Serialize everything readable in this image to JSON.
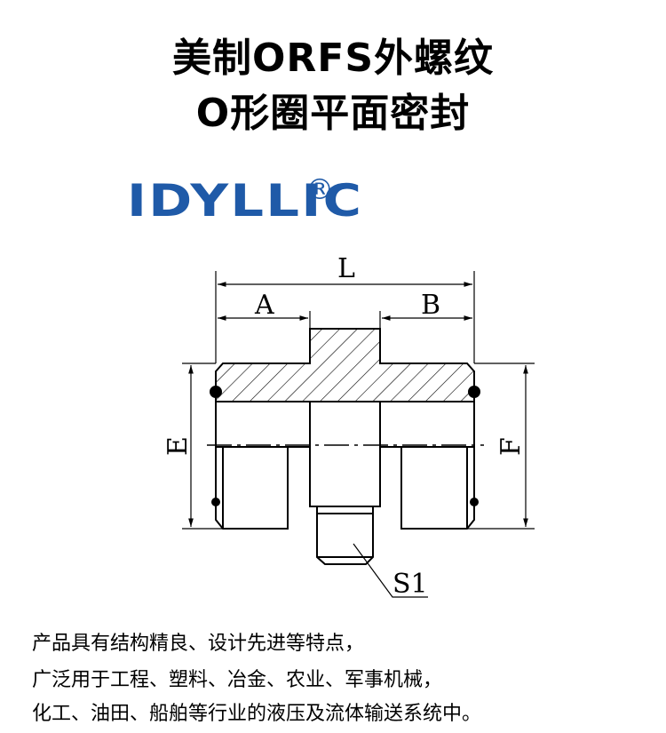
{
  "header": {
    "title_line1": "美制ORFS外螺纹",
    "title_line2": "O形圈平面密封"
  },
  "brand": {
    "logo_text": "IDYLLIC",
    "registered_mark": "®",
    "color": "#1f5aa8"
  },
  "drawing": {
    "dimension_labels": {
      "L": "L",
      "A": "A",
      "B": "B",
      "E": "E",
      "F": "F",
      "S1": "S1"
    }
  },
  "description": {
    "line1": "产品具有结构精良、设计先进等特点，",
    "line2": "广泛用于工程、塑料、冶金、农业、军事机械，",
    "line3": "化工、油田、船舶等行业的液压及流体输送系统中。"
  }
}
